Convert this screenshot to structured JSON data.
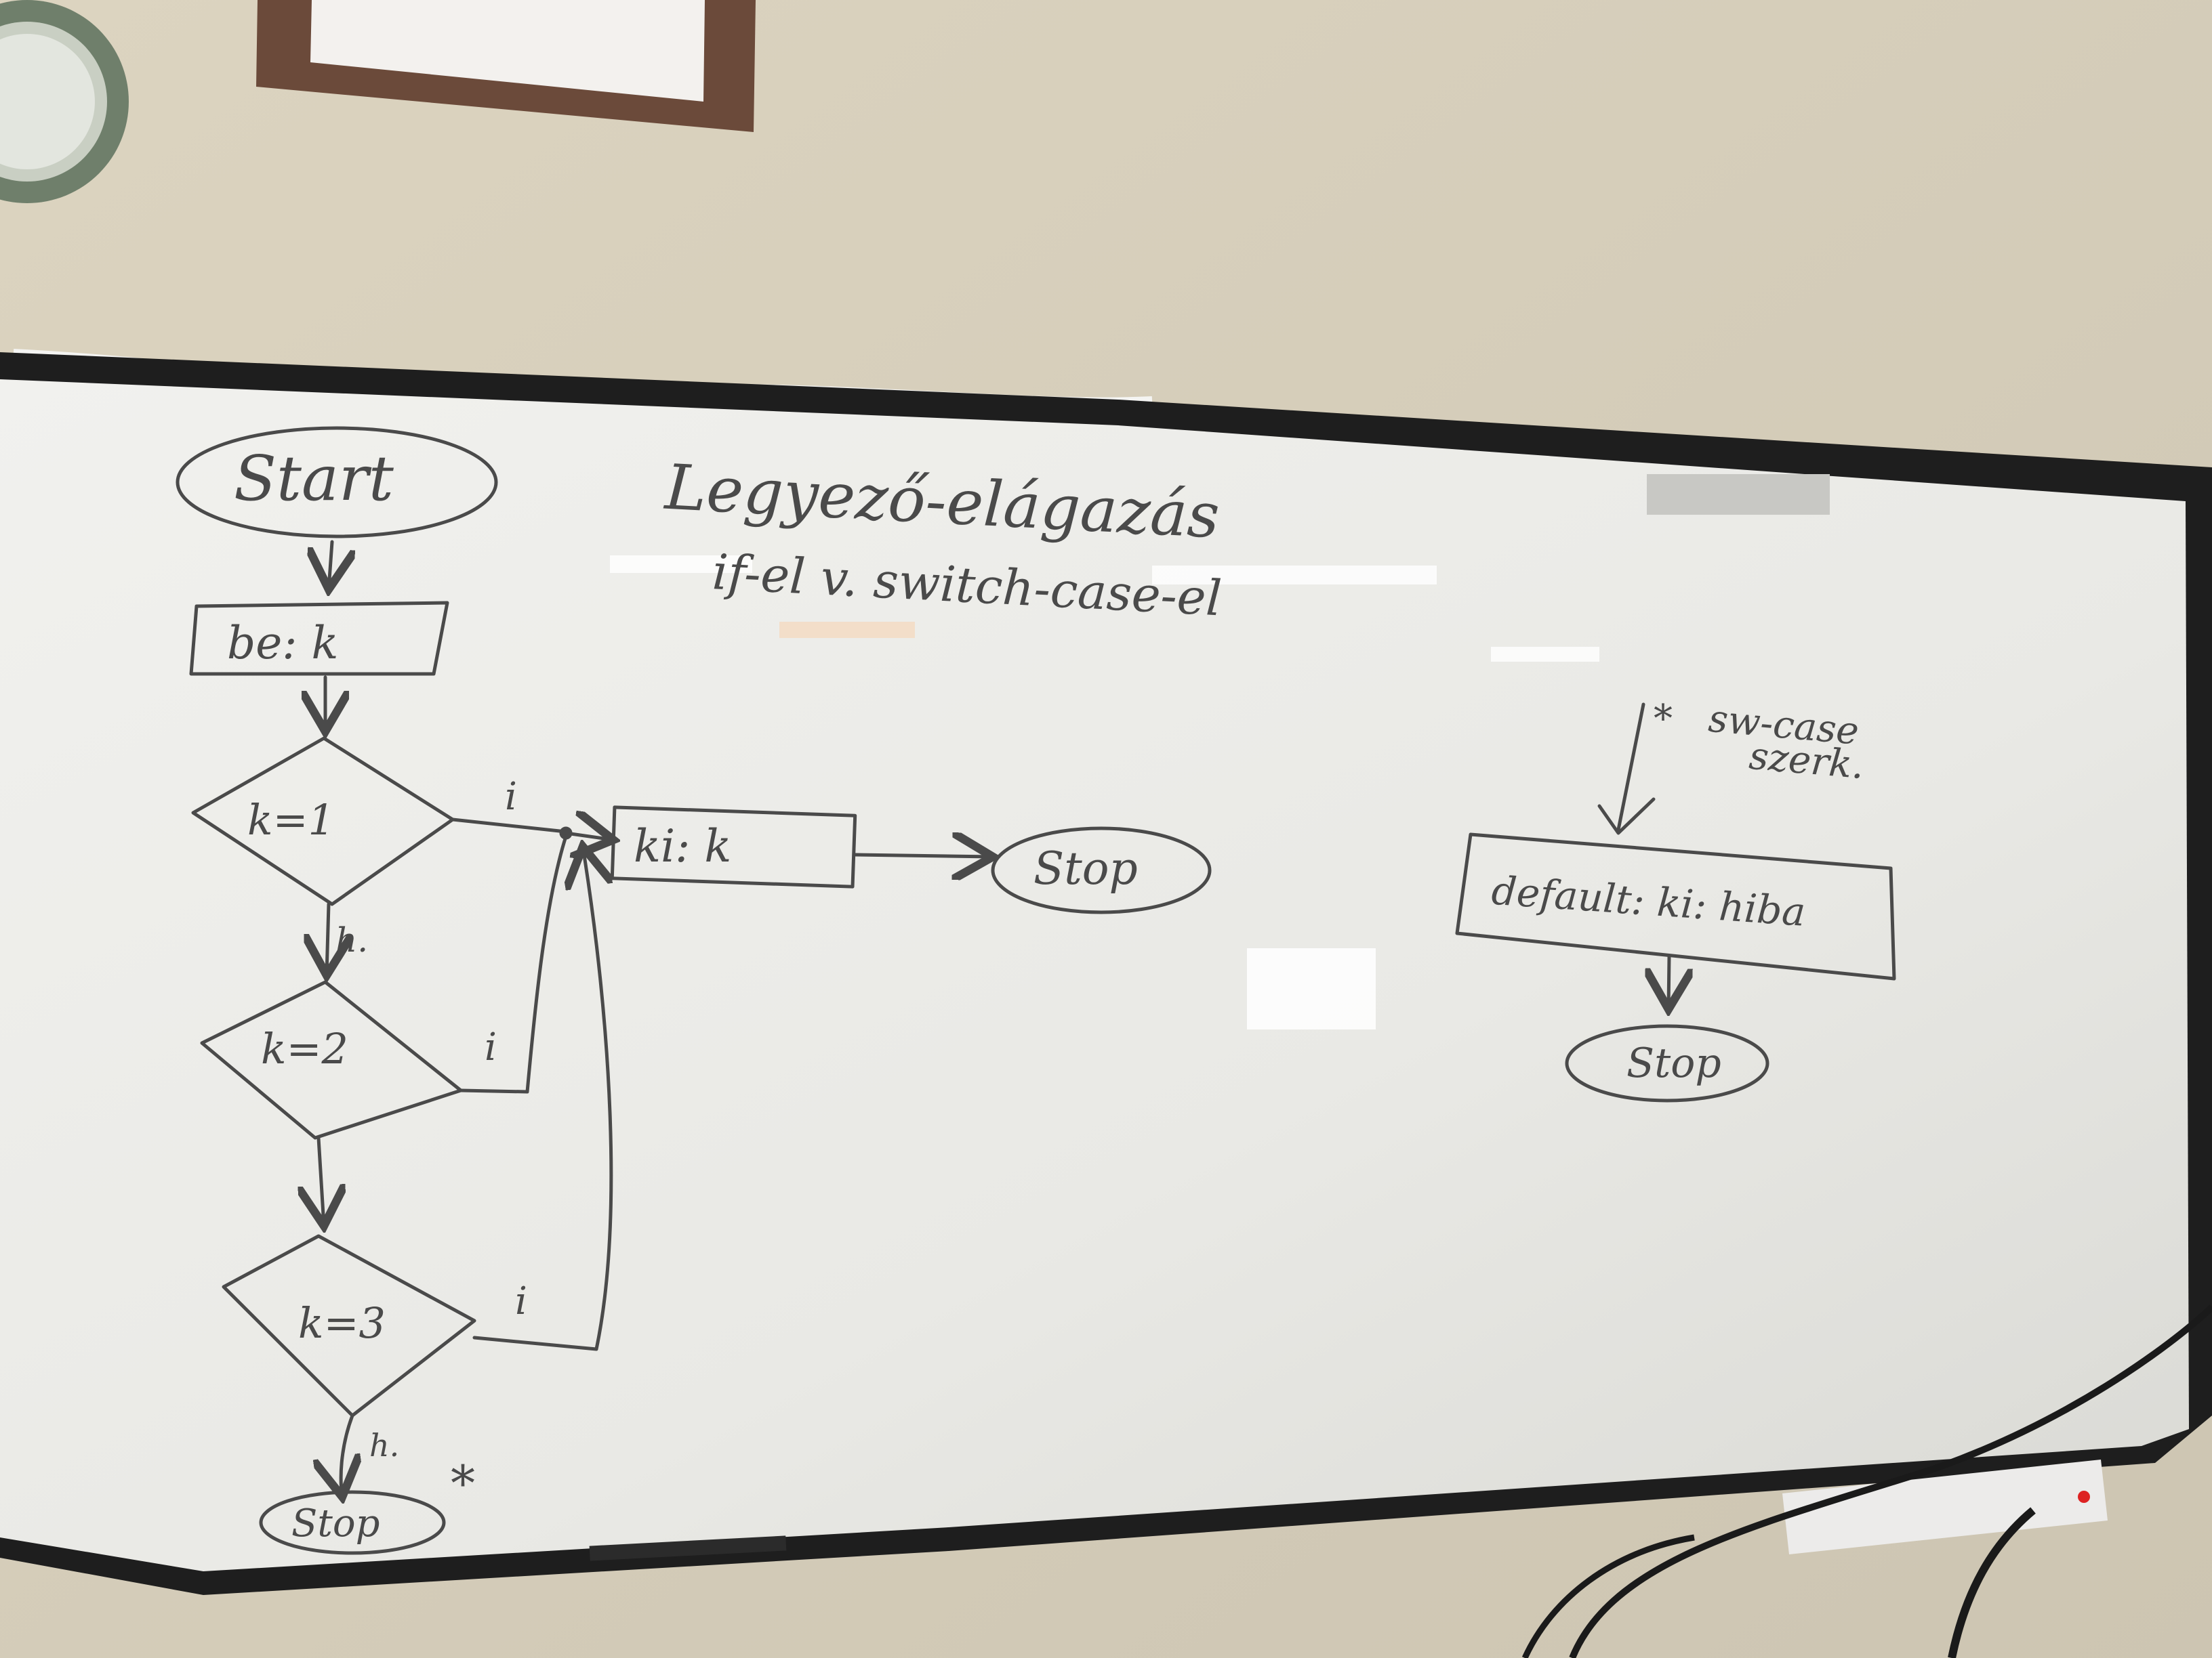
{
  "board": {
    "title_line1": "Legyező-elágazás",
    "title_line2": "if-el v. switch-case-el",
    "flow": {
      "start": "Start",
      "input": "be: k",
      "cond1": "k=1",
      "cond2": "k=2",
      "cond3": "k=3",
      "output": "ki: k",
      "stop_main": "Stop",
      "stop_bottom": "Stop",
      "yes_label": "i",
      "no_label": "h.",
      "asterisk": "*"
    },
    "note": {
      "asterisk": "*",
      "line1": "sw-case",
      "line2": "szerk.",
      "default_box": "default: ki: hiba",
      "stop": "Stop"
    }
  },
  "colors": {
    "wall": "#d9d2bf",
    "board_surface": "#eeeeeb",
    "frame": "#1e1e1e",
    "marker": "#4a4a4a"
  }
}
